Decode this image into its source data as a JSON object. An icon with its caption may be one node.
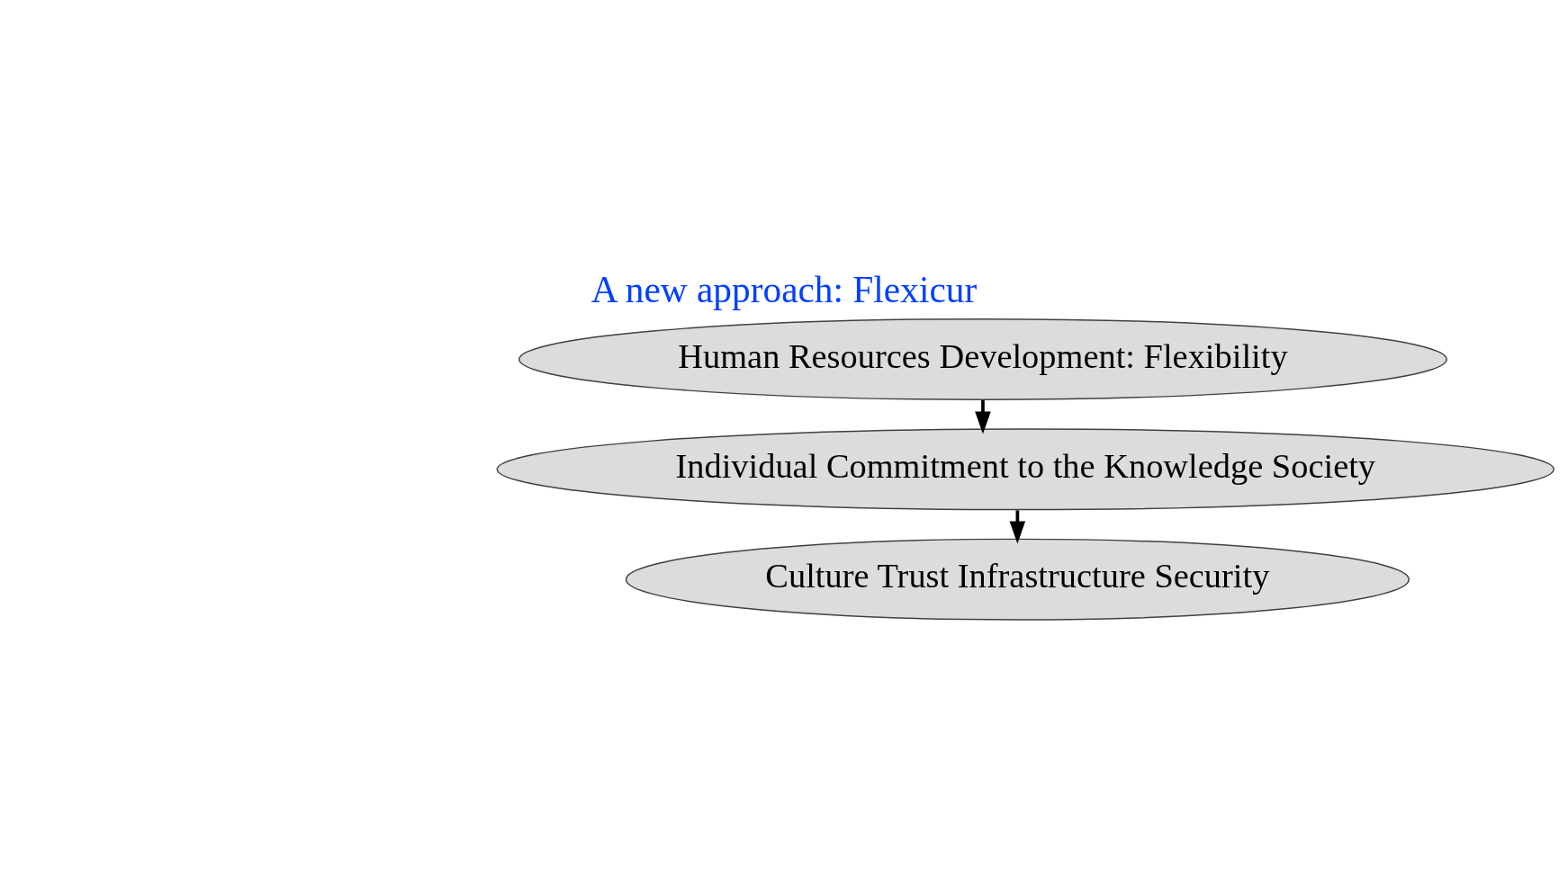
{
  "diagram": {
    "title": "A new approach: Flexicur",
    "nodes": [
      {
        "text": [
          "Human Resources Development: Flexibility"
        ]
      },
      {
        "text": [
          "Individual Commitment to the Knowledge Society"
        ]
      },
      {
        "text": [
          "Culture Trust Infrastructure Security"
        ]
      }
    ],
    "edges": [
      {
        "from": 0,
        "to": 1,
        "arrow": "to"
      },
      {
        "from": 1,
        "to": 2,
        "arrow": "to"
      }
    ]
  }
}
